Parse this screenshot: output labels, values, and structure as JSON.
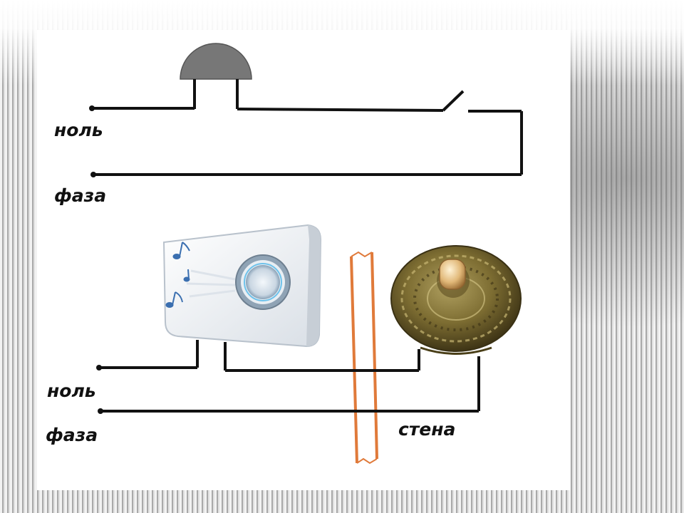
{
  "top_circuit": {
    "neutral_label": "ноль",
    "phase_label": "фаза"
  },
  "bottom_circuit": {
    "neutral_label": "ноль",
    "phase_label": "фаза",
    "wall_label": "стена"
  },
  "colors": {
    "wire": "#111111",
    "bell_body": "#777777",
    "wall": "#e07a3a",
    "brass": "#8a7a3a"
  }
}
